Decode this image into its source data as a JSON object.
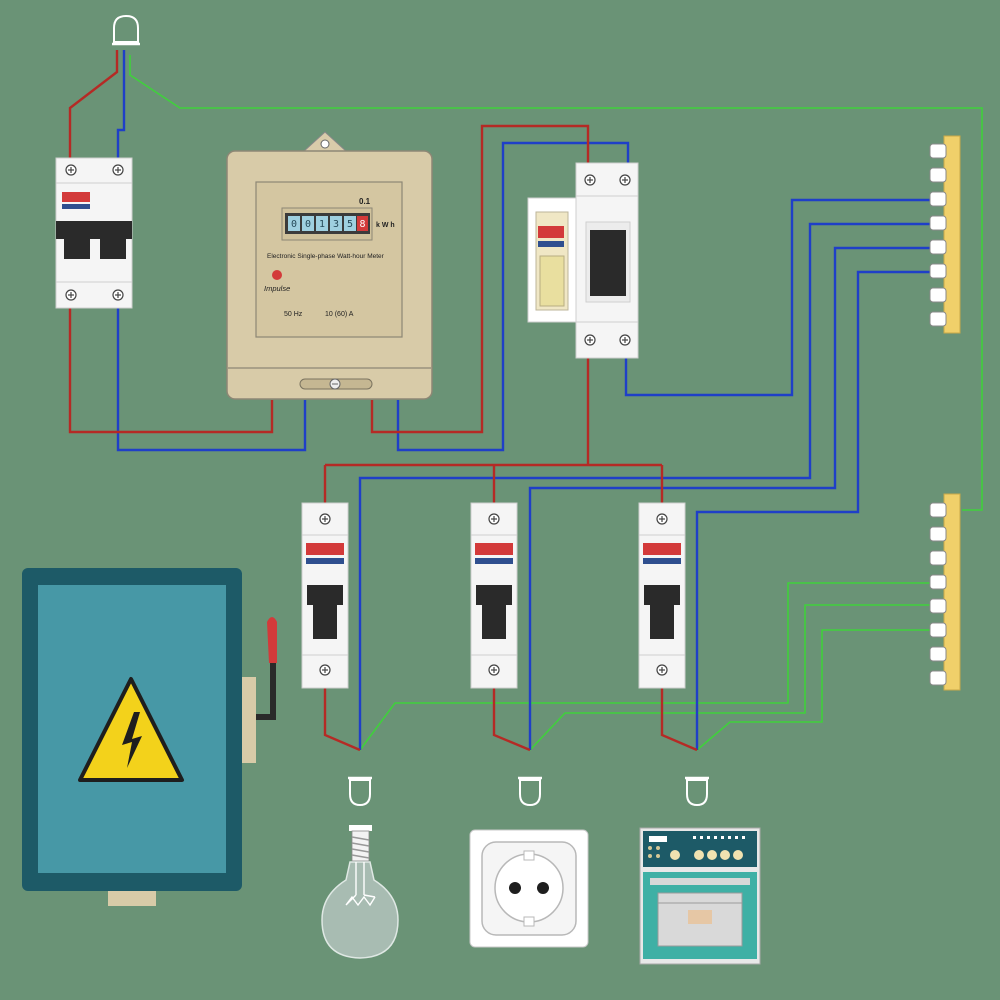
{
  "colors": {
    "background": "#6a9376",
    "phase_wire": "#b52a25",
    "neutral_wire": "#1f3fc8",
    "earth_wire": "#3fd13b",
    "busbar": "#f0d06a",
    "panel_frame": "#1d5a67",
    "panel_face": "#4798a6",
    "warning": "#f3d21b"
  },
  "meter": {
    "multiplier": "0.1",
    "digits": [
      "0",
      "0",
      "1",
      "3",
      "5"
    ],
    "last_digit": "8",
    "unit": "k W h",
    "name": "Electronic Single-phase Watt-hour Meter",
    "impulse_label": "Impulse",
    "frequency": "50 Hz",
    "current": "10 (60) A"
  },
  "icons": {
    "supply_plug": "plug-icon",
    "hazard": "high-voltage-warning-icon",
    "lamp": "light-bulb-icon",
    "socket": "power-socket-icon",
    "oven": "electric-oven-icon"
  }
}
